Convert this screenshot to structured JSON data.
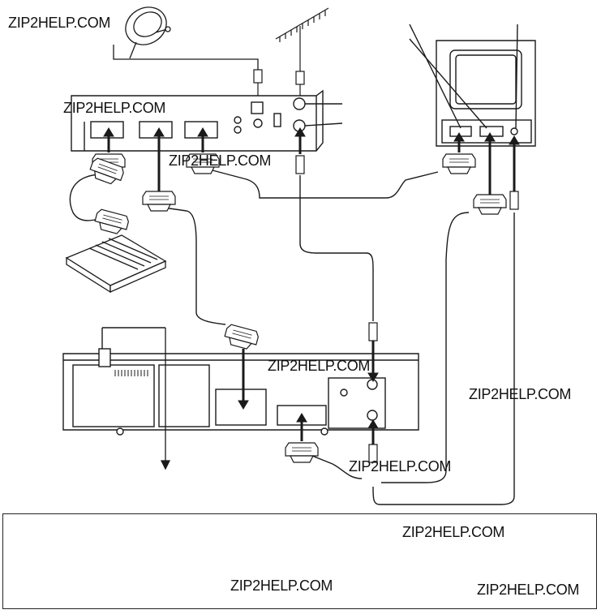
{
  "watermark_text": "ZIP2HELP.COM",
  "watermarks": [
    {
      "id": "wm-top-left"
    },
    {
      "id": "wm-receiver-1"
    },
    {
      "id": "wm-receiver-2"
    },
    {
      "id": "wm-vcr-top"
    },
    {
      "id": "wm-right-mid"
    },
    {
      "id": "wm-below-vcr"
    },
    {
      "id": "wm-box-top"
    },
    {
      "id": "wm-box-bottom-mid"
    },
    {
      "id": "wm-box-bottom-right"
    }
  ],
  "colors": {
    "line": "#1a1a1a",
    "background": "#ffffff",
    "cable_fill": "#ffffff"
  },
  "icons": [
    "satellite-dish-icon",
    "antenna-icon",
    "tv-monitor-icon",
    "decoder-box-icon",
    "receiver-icon",
    "vcr-icon"
  ]
}
